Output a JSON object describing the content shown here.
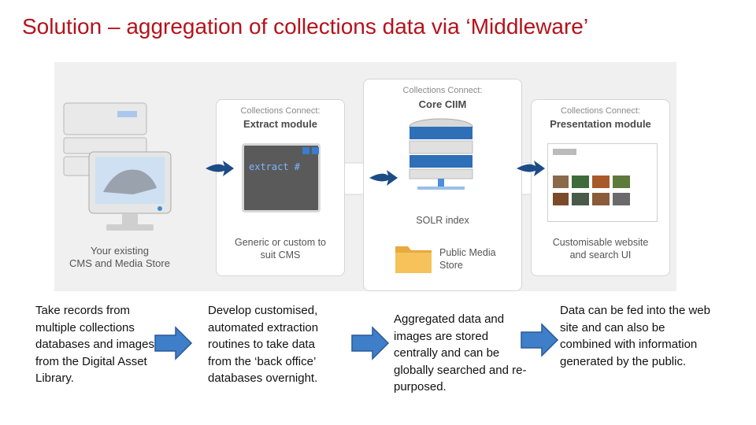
{
  "title": "Solution – aggregation of collections data via ‘Middleware’",
  "diagram": {
    "existing_store_label": "Your existing\nCMS and Media Store",
    "extract": {
      "subtitle": "Collections Connect:",
      "name": "Extract module",
      "screen_text": "extract #",
      "caption": "Generic or custom to\nsuit CMS"
    },
    "core": {
      "subtitle": "Collections Connect:",
      "name": "Core CIIM",
      "index_label": "SOLR index",
      "media_label": "Public Media\nStore"
    },
    "presentation": {
      "subtitle": "Collections Connect:",
      "name": "Presentation module",
      "caption": "Customisable website\nand search UI"
    }
  },
  "descriptions": [
    "Take records from multiple collections databases and images from the Digital Asset Library.",
    "Develop customised, automated extraction routines to take data from the ‘back office’ databases overnight.",
    "Aggregated data and images are stored centrally and can be globally searched and re-purposed.",
    "Data can be fed into the web site and can also be combined with information generated by the public."
  ],
  "colors": {
    "title": "#b5121b",
    "arrow_fill": "#3f7ec9",
    "arrow_stroke": "#2a5a97",
    "flow_arrow": "#1d4b86",
    "db_blue": "#2f6fb8"
  }
}
